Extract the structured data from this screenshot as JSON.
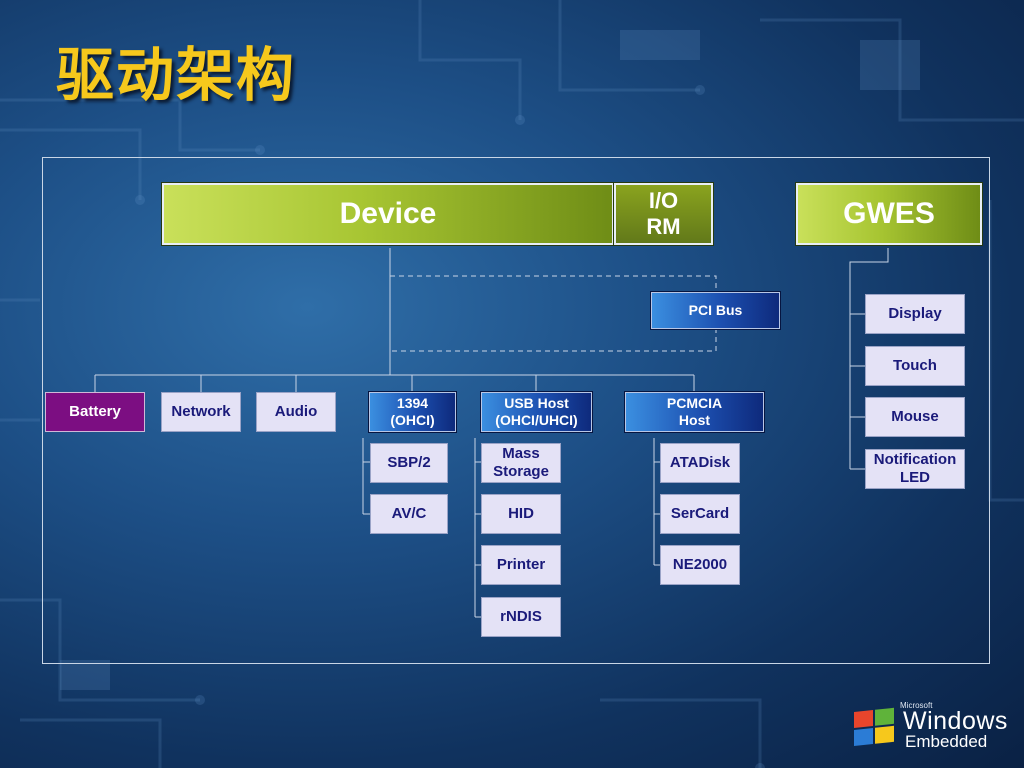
{
  "title": "驱动架构",
  "top_boxes": {
    "device": "Device",
    "iorm": "I/O\nRM",
    "gwes": "GWES"
  },
  "pci_bus": "PCI Bus",
  "driver_row": {
    "battery": "Battery",
    "network": "Network",
    "audio": "Audio",
    "ohci1394": "1394\n(OHCI)",
    "usb_host": "USB Host\n(OHCI/UHCI)",
    "pcmcia_host": "PCMCIA\nHost"
  },
  "ohci1394_children": [
    "SBP/2",
    "AV/C"
  ],
  "usb_children": [
    "Mass\nStorage",
    "HID",
    "Printer",
    "rNDIS"
  ],
  "pcmcia_children": [
    "ATADisk",
    "SerCard",
    "NE2000"
  ],
  "gwes_children": [
    "Display",
    "Touch",
    "Mouse",
    "Notification\nLED"
  ],
  "logo": {
    "small": "Microsoft",
    "windows": "Windows",
    "embedded": "Embedded"
  },
  "colors": {
    "title": "#f6c81c",
    "green_box": "#a7c532",
    "blue_box": "#1c4fb0",
    "purple_box": "#7c0e82",
    "white_box": "#e4e2f6"
  }
}
